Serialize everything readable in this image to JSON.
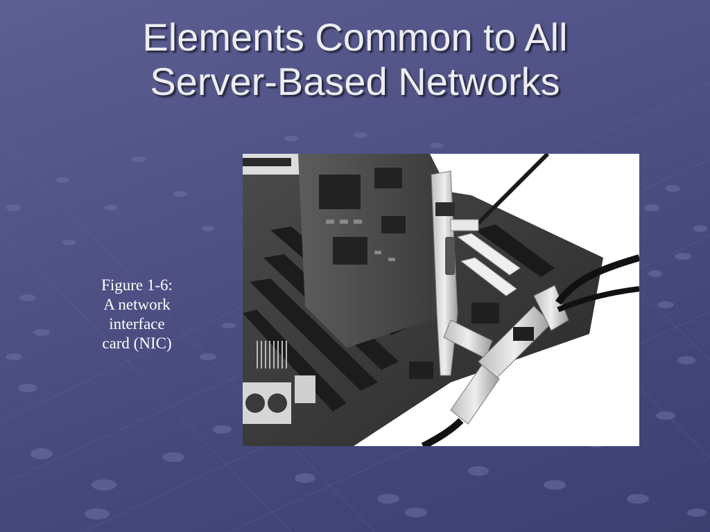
{
  "slide": {
    "title_line1": "Elements Common to All",
    "title_line2": "Server-Based Networks",
    "caption": [
      "Figure 1-6:",
      "A network",
      "interface",
      "card (NIC)"
    ]
  },
  "colors": {
    "background": "#4f5185",
    "title_text": "#ededf3",
    "caption_text": "#ffffff"
  },
  "figure": {
    "subject": "network interface card installed in motherboard slot with coaxial T-connector cable"
  }
}
